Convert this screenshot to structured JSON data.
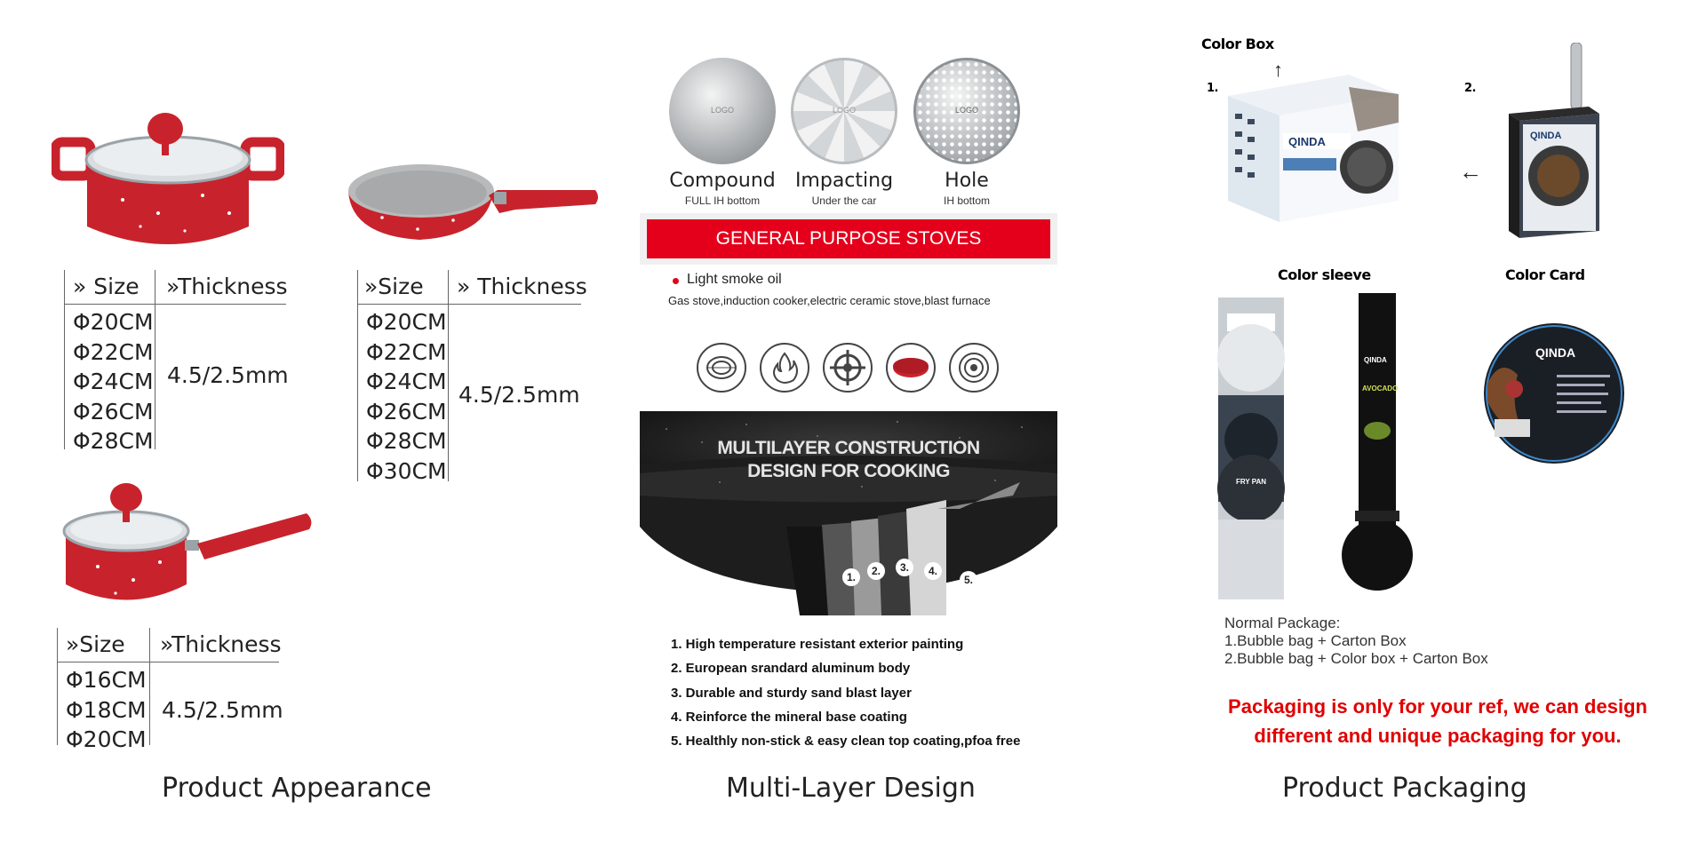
{
  "appearance": {
    "title": "Product Appearance",
    "pot": {
      "hdr_size": "Size",
      "hdr_thickness": "Thickness",
      "sizes": [
        "Φ20CM",
        "Φ22CM",
        "Φ24CM",
        "Φ26CM",
        "Φ28CM"
      ],
      "thickness": "4.5/2.5mm"
    },
    "pan": {
      "hdr_size": "Size",
      "hdr_thickness": "Thickness",
      "sizes": [
        "Φ20CM",
        "Φ22CM",
        "Φ24CM",
        "Φ26CM",
        "Φ28CM",
        "Φ30CM"
      ],
      "thickness": "4.5/2.5mm"
    },
    "saucepan": {
      "hdr_size": "Size",
      "hdr_thickness": "Thickness",
      "sizes": [
        "Φ16CM",
        "Φ18CM",
        "Φ20CM"
      ],
      "thickness": "4.5/2.5mm"
    }
  },
  "multilayer": {
    "title": "Multi-Layer Design",
    "bottoms": [
      {
        "name": "Compound",
        "sub": "FULL IH bottom",
        "logo": "LOGO"
      },
      {
        "name": "Impacting",
        "sub": "Under the car",
        "logo": "LOGO"
      },
      {
        "name": "Hole",
        "sub": "IH bottom",
        "logo": "LOGO"
      }
    ],
    "banner": "GENERAL PURPOSE STOVES",
    "oil": "Light smoke oil",
    "stoves_text": "Gas stove,induction cooker,electric ceramic stove,blast furnace",
    "stove_icons": [
      "coil-icon",
      "flame-icon",
      "gas-burner-icon",
      "ceramic-plate-icon",
      "induction-icon"
    ],
    "construction_line1": "MULTILAYER CONSTRUCTION",
    "construction_line2": "DESIGN FOR COOKING",
    "layer_numbers": [
      "1.",
      "2.",
      "3.",
      "4.",
      "5."
    ],
    "features": [
      "1. High temperature resistant exterior painting",
      "2. European srandard aluminum body",
      "3. Durable and sturdy sand blast layer",
      "4. Reinforce the mineral base coating",
      "5. Healthly non-stick & easy clean top coating,pfoa free"
    ]
  },
  "packaging": {
    "title": "Product Packaging",
    "color_box": "Color Box",
    "num1": "1.",
    "num2": "2.",
    "color_sleeve": "Color sleeve",
    "color_card": "Color Card",
    "brand": "QINDA",
    "sleeve_text_1": "FRY PAN",
    "sleeve_text_2": "AVOCADO",
    "normal_title": "Normal Package:",
    "normal_1": "1.Bubble bag + Carton Box",
    "normal_2": "2.Bubble bag + Color box + Carton Box",
    "note_line1": "Packaging is only for your ref, we can design",
    "note_line2": "different and unique packaging for you."
  },
  "colors": {
    "accent_red": "#e4001b",
    "pot_red": "#c8232c",
    "note_red": "#e00000"
  }
}
